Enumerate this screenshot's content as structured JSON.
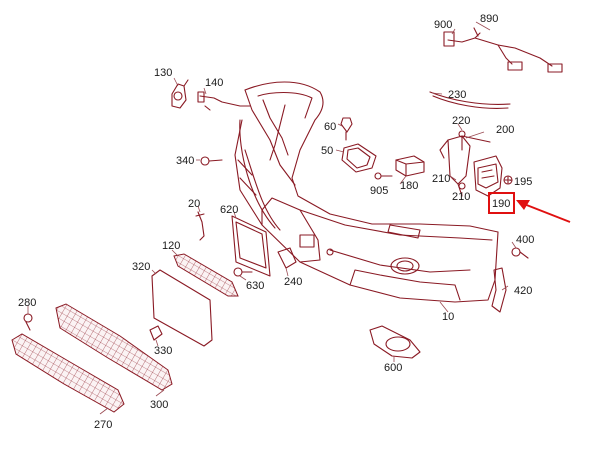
{
  "diagram": {
    "part_numbers": {
      "p890": "890",
      "p900": "900",
      "p130": "130",
      "p140": "140",
      "p230": "230",
      "p60": "60",
      "p220": "220",
      "p200": "200",
      "p50": "50",
      "p340": "340",
      "p180": "180",
      "p905": "905",
      "p210a": "210",
      "p210b": "210",
      "p195": "195",
      "p190": "190",
      "p20": "20",
      "p620": "620",
      "p120": "120",
      "p320": "320",
      "p630": "630",
      "p240": "240",
      "p400": "400",
      "p420": "420",
      "p280": "280",
      "p10": "10",
      "p330": "330",
      "p600": "600",
      "p300": "300",
      "p270": "270"
    },
    "highlight": {
      "part": "190",
      "color": "#e01010"
    },
    "colors": {
      "line": "#8a1a24",
      "highlight": "#e01010",
      "background": "#ffffff"
    }
  }
}
